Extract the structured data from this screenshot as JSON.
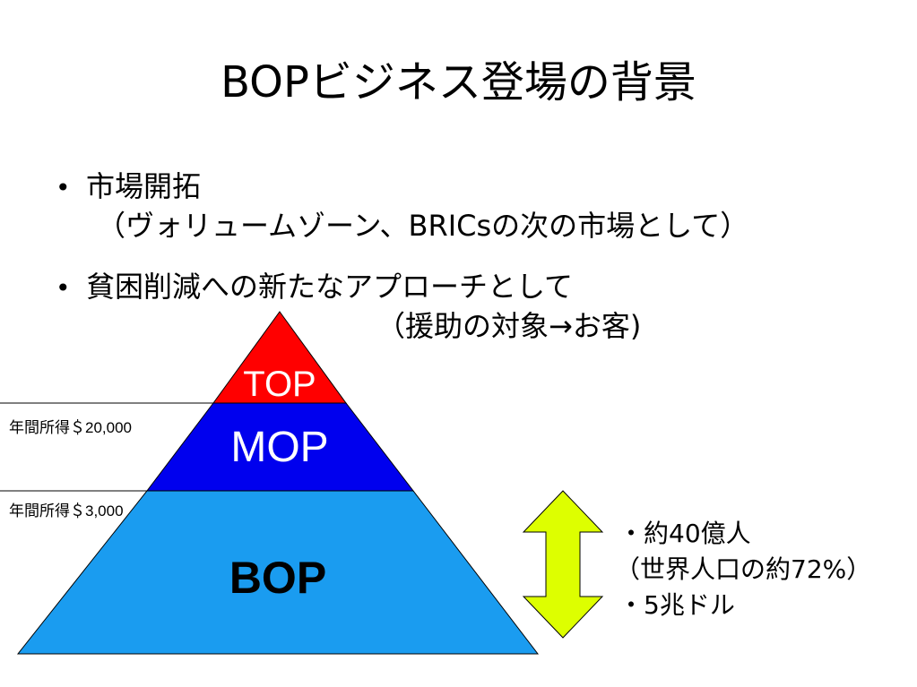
{
  "slide": {
    "title": "BOPビジネス登場の背景",
    "bullets": [
      {
        "text": "市場開拓",
        "sub": "（ヴォリュームゾーン、BRICsの次の市場として）"
      },
      {
        "text": "貧困削減への新たなアプローチとして",
        "sub": "（援助の対象→お客)"
      }
    ],
    "bullet_symbol": "•"
  },
  "pyramid": {
    "top_label": "TOP",
    "mop_label": "MOP",
    "bop_label": "BOP",
    "colors": {
      "top": "#ff0000",
      "mop": "#0000ee",
      "bop": "#1a9cf0",
      "arrow": "#ddff00"
    }
  },
  "thresholds": {
    "upper": "年間所得＄20,000",
    "lower": "年間所得＄3,000"
  },
  "bop_notes": {
    "line1": "・約40億人",
    "line2": "（世界人口の約72%）",
    "line3": "・5兆ドル"
  }
}
